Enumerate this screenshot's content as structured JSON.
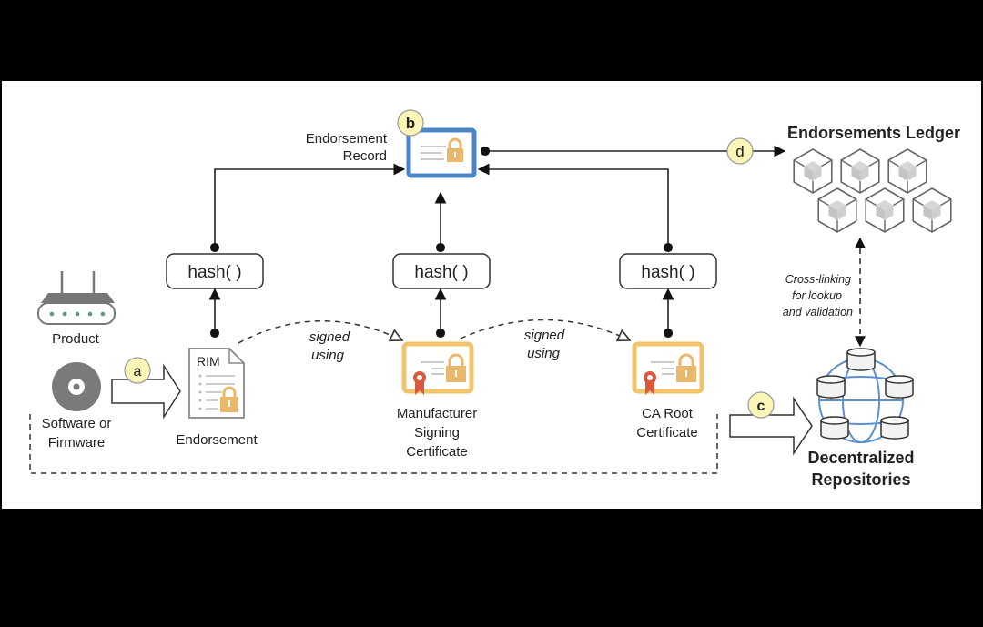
{
  "diagram": {
    "nodes": {
      "product": {
        "label": "Product"
      },
      "software": {
        "label_lines": [
          "Software or",
          "Firmware"
        ]
      },
      "endorsement": {
        "badge": "RIM",
        "label": "Endorsement"
      },
      "endorsement_record": {
        "label_lines": [
          "Endorsement",
          "Record"
        ]
      },
      "manufacturer_cert": {
        "label_lines": [
          "Manufacturer",
          "Signing",
          "Certificate"
        ]
      },
      "ca_root_cert": {
        "label_lines": [
          "CA Root",
          "Certificate"
        ]
      },
      "ledger": {
        "title": "Endorsements Ledger"
      },
      "repositories": {
        "label_lines": [
          "Decentralized",
          "Repositories"
        ]
      }
    },
    "hash_boxes": [
      "hash( )",
      "hash( )",
      "hash( )"
    ],
    "step_markers": {
      "a": "a",
      "b": "b",
      "c": "c",
      "d": "d"
    },
    "edge_labels": {
      "signed_using_1": [
        "signed",
        "using"
      ],
      "signed_using_2": [
        "signed",
        "using"
      ],
      "cross_linking": [
        "Cross-linking",
        "for lookup",
        "and validation"
      ]
    },
    "colors": {
      "record_border": "#4a86c5",
      "cert_border": "#f0c36d",
      "lock": "#e9b86a",
      "ribbon": "#d9593f",
      "marker_fill": "#fbf5b8",
      "globe": "#5b8fd0",
      "router_dots": "#5a9a7a",
      "line": "#111111"
    }
  }
}
